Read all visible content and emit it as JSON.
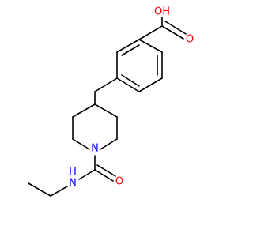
{
  "colors": {
    "bond": "#000000",
    "oxygen": "#ff0000",
    "nitrogen": "#0000ff",
    "background": "#ffffff"
  },
  "atoms": {
    "carboxyl_hydroxyl": "OH",
    "carboxyl_carbonyl": "O",
    "piperidine_nitrogen": "N",
    "amide_carbonyl": "O",
    "amide_nitrogen": "H\nN",
    "amide_nh_h": "H",
    "amide_nh_n": "N"
  }
}
